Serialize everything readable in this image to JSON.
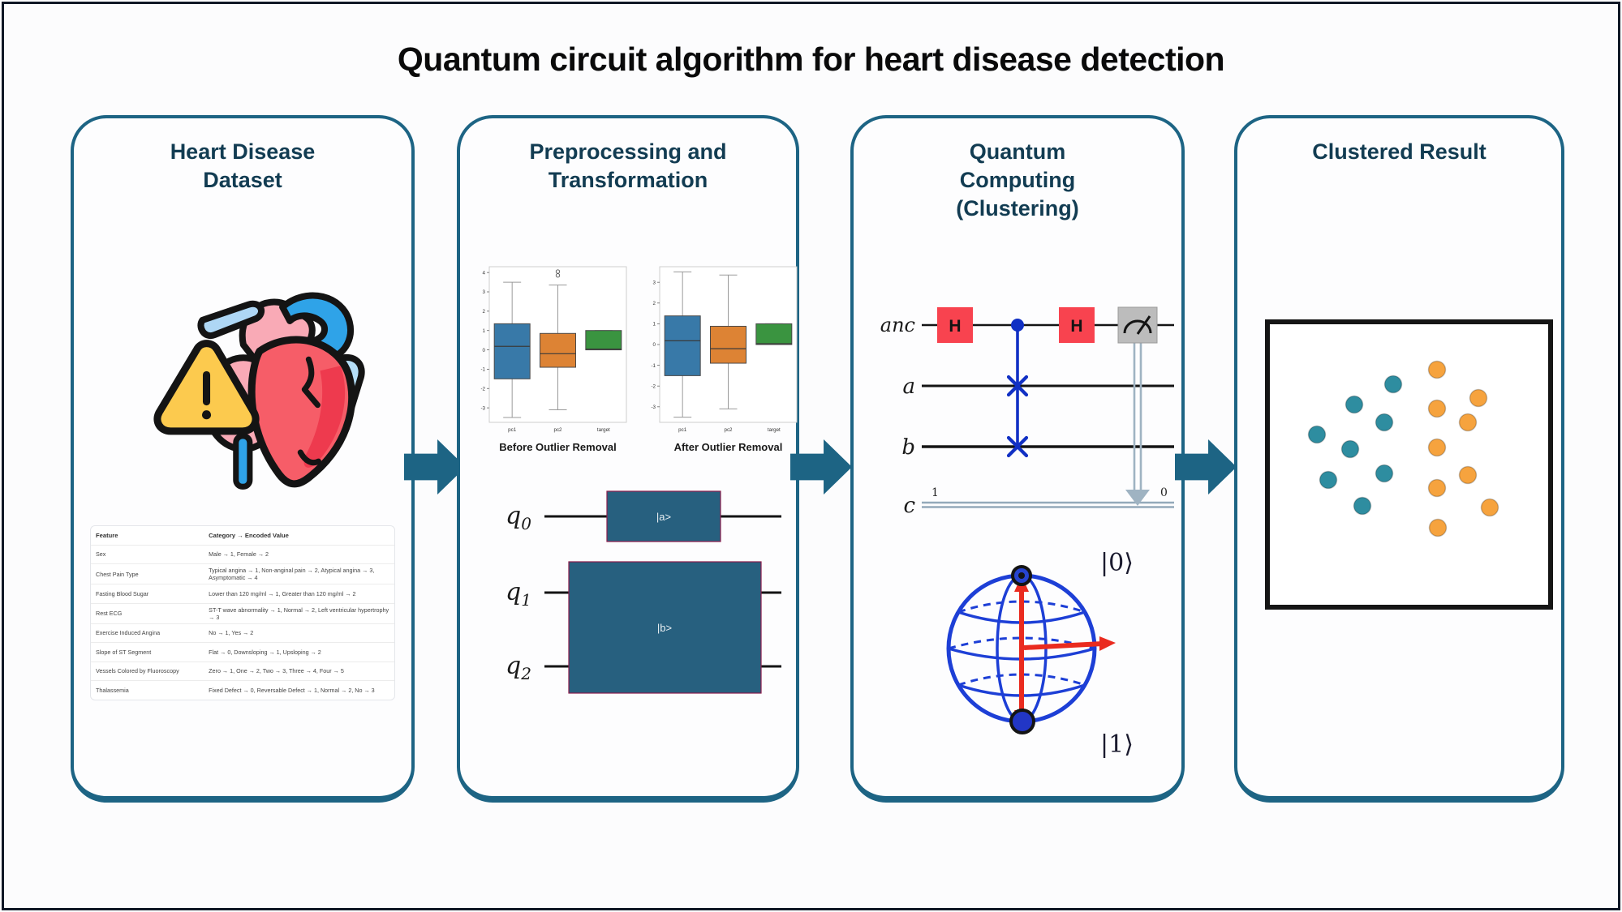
{
  "main_title": "Quantum circuit algorithm for heart disease detection",
  "colors": {
    "panel_border": "#1d6484",
    "panel_title_text": "#123c52",
    "flow_arrow": "#1d6484",
    "h_gate_red": "#f8434f",
    "measure_gray": "#bcbcbc",
    "circuit_blue": "#1130c4",
    "state_box_teal": "#27607f",
    "bloch_blue": "#1d3fd6",
    "bloch_red": "#ea2b1f",
    "cluster_teal": "#2e8da0",
    "cluster_orange": "#f6a33e"
  },
  "dataset_panel": {
    "title_lines": [
      "Heart Disease",
      "Dataset"
    ],
    "table": {
      "headers": [
        "Feature",
        "Category → Encoded Value"
      ],
      "rows": [
        [
          "Sex",
          "Male → 1, Female → 2"
        ],
        [
          "Chest Pain Type",
          "Typical angina → 1, Non-anginal pain → 2, Atypical angina → 3, Asymptomatic → 4"
        ],
        [
          "Fasting Blood Sugar",
          "Lower than 120 mg/ml → 1, Greater than 120 mg/ml → 2"
        ],
        [
          "Rest ECG",
          "ST-T wave abnormality → 1, Normal → 2, Left ventricular hypertrophy → 3"
        ],
        [
          "Exercise Induced Angina",
          "No → 1, Yes → 2"
        ],
        [
          "Slope of ST Segment",
          "Flat → 0, Downsloping → 1, Upsloping → 2"
        ],
        [
          "Vessels Colored by Fluoroscopy",
          "Zero → 1, One → 2, Two → 3, Three → 4, Four → 5"
        ],
        [
          "Thalassemia",
          "Fixed Defect → 0, Reversable Defect → 1, Normal → 2, No → 3"
        ]
      ]
    }
  },
  "preprocessing_panel": {
    "title_lines": [
      "Preprocessing and",
      "Transformation"
    ],
    "encoder_circuit": {
      "qubits": [
        {
          "base": "q",
          "sub": "0"
        },
        {
          "base": "q",
          "sub": "1"
        },
        {
          "base": "q",
          "sub": "2"
        }
      ],
      "gate_a_label": "|a>",
      "gate_b_label": "|b>"
    }
  },
  "quantum_panel": {
    "title_lines": [
      "Quantum",
      "Computing",
      "(Clustering)"
    ],
    "swap_test_circuit": {
      "wire_labels": [
        "anc",
        "a",
        "b",
        "c"
      ],
      "h_gate_label": "H",
      "classical_left_label": "1",
      "classical_right_label": "0"
    },
    "bloch_sphere": {
      "top_state_label": "|0⟩",
      "bottom_state_label": "|1⟩"
    }
  },
  "result_panel": {
    "title_lines": [
      "Clustered Result"
    ]
  },
  "chart_data": [
    {
      "type": "boxplot",
      "title": "Before Outlier Removal",
      "categories": [
        "pc1",
        "pc2",
        "target"
      ],
      "ylim": [
        -3.75,
        4.3
      ],
      "yticks": [
        4,
        3,
        2,
        1,
        0,
        -1,
        -2,
        -3
      ],
      "series": [
        {
          "name": "pc1",
          "low": -3.5,
          "q1": -1.5,
          "median": 0.18,
          "q3": 1.35,
          "high": 3.5,
          "outliers": [],
          "color": "#3879a8"
        },
        {
          "name": "pc2",
          "low": -3.1,
          "q1": -0.9,
          "median": -0.2,
          "q3": 0.85,
          "high": 3.35,
          "outliers": [
            3.85,
            4.05
          ],
          "color": "#dd8334"
        },
        {
          "name": "target",
          "low": 0,
          "q1": 0,
          "median": 0.04,
          "q3": 1.0,
          "high": 1.0,
          "outliers": [],
          "color": "#3a9440"
        }
      ]
    },
    {
      "type": "boxplot",
      "title": "After Outlier Removal",
      "categories": [
        "pc1",
        "pc2",
        "target"
      ],
      "ylim": [
        -3.75,
        3.75
      ],
      "yticks": [
        3,
        2,
        1,
        0,
        -1,
        -2,
        -3
      ],
      "series": [
        {
          "name": "pc1",
          "low": -3.5,
          "q1": -1.5,
          "median": 0.18,
          "q3": 1.38,
          "high": 3.5,
          "outliers": [],
          "color": "#3879a8"
        },
        {
          "name": "pc2",
          "low": -3.1,
          "q1": -0.9,
          "median": -0.2,
          "q3": 0.88,
          "high": 3.35,
          "outliers": [],
          "color": "#dd8334"
        },
        {
          "name": "target",
          "low": 0,
          "q1": 0,
          "median": 0.04,
          "q3": 1.0,
          "high": 1.0,
          "outliers": [],
          "color": "#3a9440"
        }
      ]
    },
    {
      "type": "scatter",
      "title": "Clustered Result",
      "axes": "none",
      "coord_space": [
        355,
        358
      ],
      "series": [
        {
          "name": "cluster-teal",
          "color": "#2e8da0",
          "points": [
            [
              158,
              80
            ],
            [
              110,
              105
            ],
            [
              147,
              127
            ],
            [
              64,
              142
            ],
            [
              105,
              160
            ],
            [
              147,
              190
            ],
            [
              78,
              198
            ],
            [
              120,
              230
            ]
          ]
        },
        {
          "name": "cluster-orange",
          "color": "#f6a33e",
          "points": [
            [
              212,
              62
            ],
            [
              263,
              97
            ],
            [
              212,
              110
            ],
            [
              250,
              127
            ],
            [
              212,
              158
            ],
            [
              250,
              192
            ],
            [
              212,
              208
            ],
            [
              277,
              232
            ],
            [
              213,
              257
            ]
          ]
        }
      ]
    }
  ]
}
